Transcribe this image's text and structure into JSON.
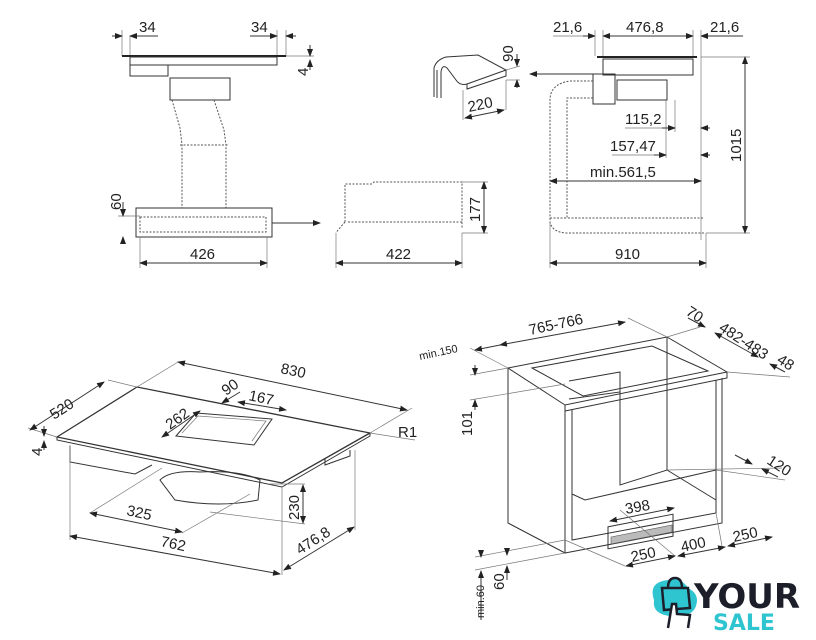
{
  "side_view": {
    "left_overhang": "34",
    "right_overhang": "34",
    "glass_thickness": "4",
    "box_height": "60",
    "box_width": "426"
  },
  "duct_view": {
    "height": "177",
    "width": "422"
  },
  "elbow": {
    "height": "90",
    "width": "220"
  },
  "right_view": {
    "left_margin": "21,6",
    "depth": "476,8",
    "right_margin": "21,6",
    "dim_a": "115,2",
    "dim_b": "157,47",
    "min_depth": "min.561,5",
    "total_height": "1015",
    "total_length": "910"
  },
  "iso_hob": {
    "depth": "520",
    "width": "830",
    "vent_depth": "90",
    "vent_width": "167",
    "vent_offset": "262",
    "radius": "R1",
    "thickness": "4",
    "motor_offset": "325",
    "motor_height": "230",
    "body_width": "762",
    "body_depth": "476,8"
  },
  "cabinet": {
    "cutout_width": "765-766",
    "min_back": "min.150",
    "back_gap": "70",
    "cutout_depth": "482-483",
    "front_gap": "48",
    "rail_height": "101",
    "shelf_depth": "120",
    "vent_width": "398",
    "plinth_left": "250",
    "plinth_center": "400",
    "plinth_right": "250",
    "plinth_height": "60",
    "min_plinth": "min.60"
  },
  "logo": {
    "word1": "YOUR",
    "word2": "SALE",
    "brand_dark": "#1c1f2a",
    "brand_teal": "#2ec4d0"
  }
}
